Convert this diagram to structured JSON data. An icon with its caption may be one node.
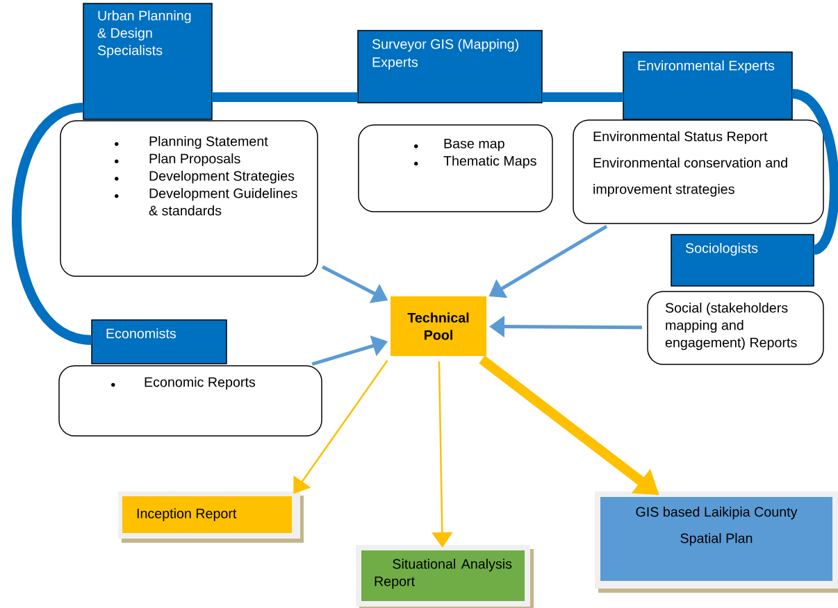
{
  "diagram": {
    "nodes": [
      {
        "text": [
          "Urban Planning & Design Specialists"
        ]
      },
      {
        "text": [
          "Surveyor GIS (Mapping) Experts"
        ]
      },
      {
        "text": [
          "Environmental Experts"
        ]
      },
      {
        "text": [
          "Planning Statement",
          "Plan Proposals",
          "Development Strategies",
          "Development Guidelines & standards"
        ]
      },
      {
        "text": [
          "Base map",
          "Thematic Maps"
        ]
      },
      {
        "text": [
          "Environmental Status Report",
          "Environmental conservation and improvement strategies"
        ]
      },
      {
        "text": [
          "Sociologists"
        ]
      },
      {
        "text": [
          "Social (stakeholders mapping and engagement) Reports"
        ]
      },
      {
        "text": [
          "Technical Pool"
        ]
      },
      {
        "text": [
          "Economists"
        ]
      },
      {
        "text": [
          "Economic Reports"
        ]
      },
      {
        "text": [
          "Inception Report"
        ]
      },
      {
        "text": [
          "Situational Analysis Report"
        ]
      },
      {
        "text": [
          "GIS based Laikipia County Spatial Plan"
        ]
      }
    ],
    "edges": [
      {
        "from": 0,
        "to": 1,
        "arrow": "none",
        "style": "thick",
        "color": "#0070c0"
      },
      {
        "from": 1,
        "to": 2,
        "arrow": "none",
        "style": "thick",
        "color": "#0070c0"
      },
      {
        "from": 0,
        "to": 9,
        "arrow": "none",
        "style": "thick",
        "color": "#0070c0"
      },
      {
        "from": 2,
        "to": 6,
        "arrow": "none",
        "style": "thick",
        "color": "#0070c0"
      },
      {
        "from": 3,
        "to": 8,
        "arrow": "to",
        "color": "#5b9bd5"
      },
      {
        "from": 5,
        "to": 8,
        "arrow": "to",
        "color": "#5b9bd5"
      },
      {
        "from": 7,
        "to": 8,
        "arrow": "to",
        "color": "#5b9bd5"
      },
      {
        "from": 10,
        "to": 8,
        "arrow": "to",
        "color": "#5b9bd5"
      },
      {
        "from": 8,
        "to": 11,
        "arrow": "to",
        "color": "#ffc000"
      },
      {
        "from": 8,
        "to": 12,
        "arrow": "to",
        "color": "#ffc000"
      },
      {
        "from": 8,
        "to": 13,
        "arrow": "to",
        "style": "thick",
        "color": "#ffc000"
      }
    ]
  }
}
